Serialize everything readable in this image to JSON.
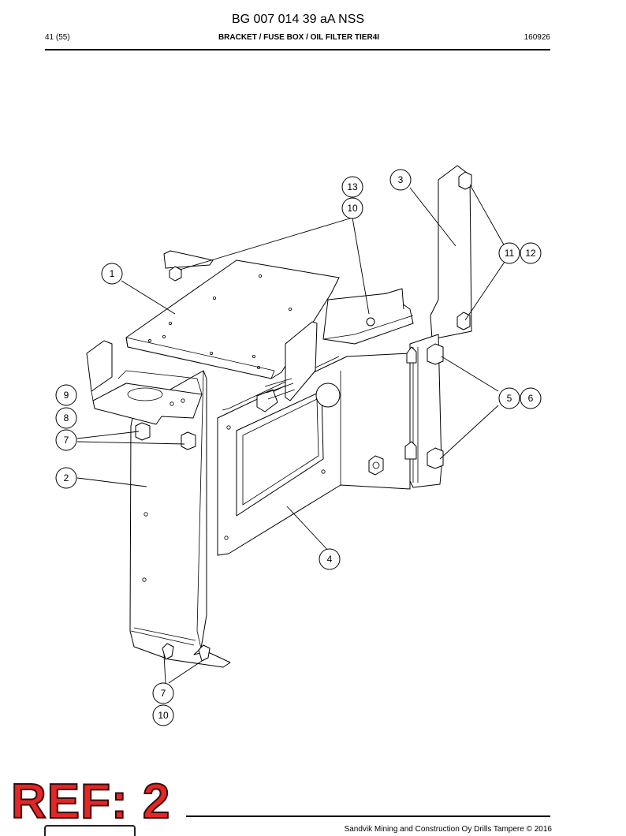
{
  "header": {
    "title": "BG 007 014 39 aA NSS",
    "page": "41 (55)",
    "subtitle": "BRACKET / FUSE BOX / OIL FILTER TIER4I",
    "date": "160926"
  },
  "callouts": [
    "1",
    "2",
    "3",
    "4",
    "5",
    "6",
    "7",
    "7",
    "8",
    "9",
    "10",
    "10",
    "11",
    "12",
    "13"
  ],
  "stamp": {
    "text": "REF: 2",
    "color": "#e32626"
  },
  "footer": {
    "copyright": "Sandvik Mining and Construction Oy Drills Tampere © 2016"
  }
}
